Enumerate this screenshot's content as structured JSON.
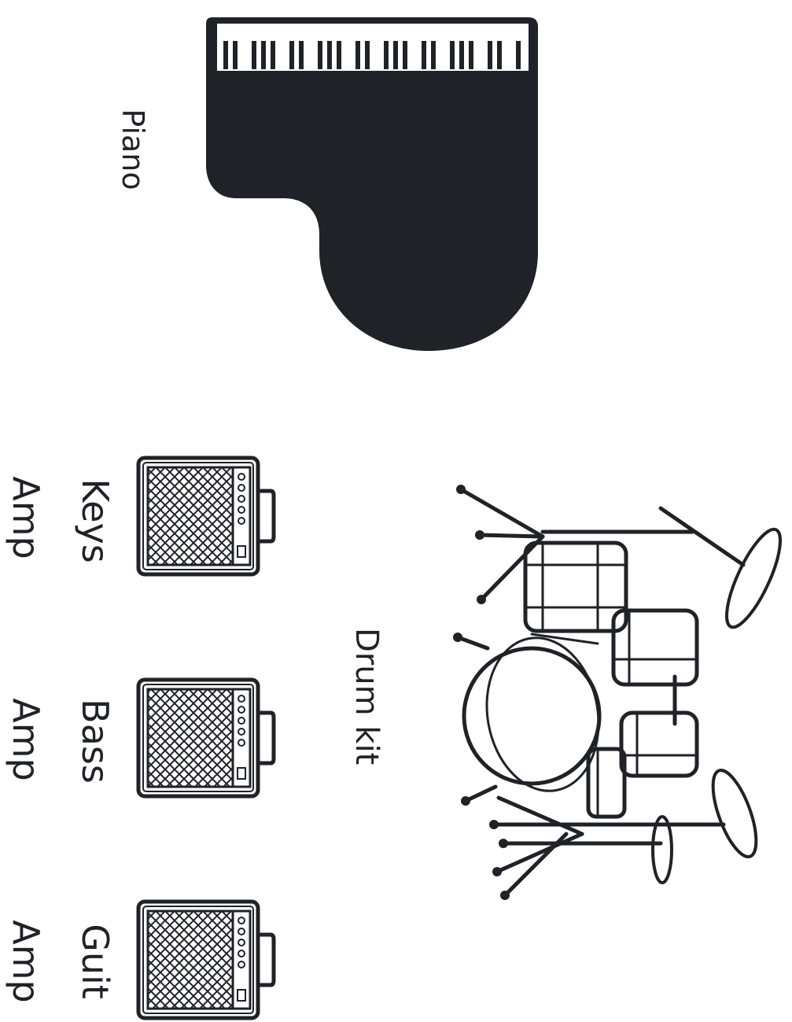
{
  "labels": {
    "piano": "Piano",
    "drum_kit": "Drum kit",
    "keys_amp": [
      "Keys",
      "Amp"
    ],
    "bass_amp": [
      "Bass",
      "Amp"
    ],
    "guit_amp": [
      "Guit",
      "Amp"
    ]
  },
  "colors": {
    "ink": "#1f2227",
    "background": "#ffffff"
  },
  "icons": [
    "grand-piano-icon",
    "drum-kit-icon",
    "amplifier-icon"
  ]
}
